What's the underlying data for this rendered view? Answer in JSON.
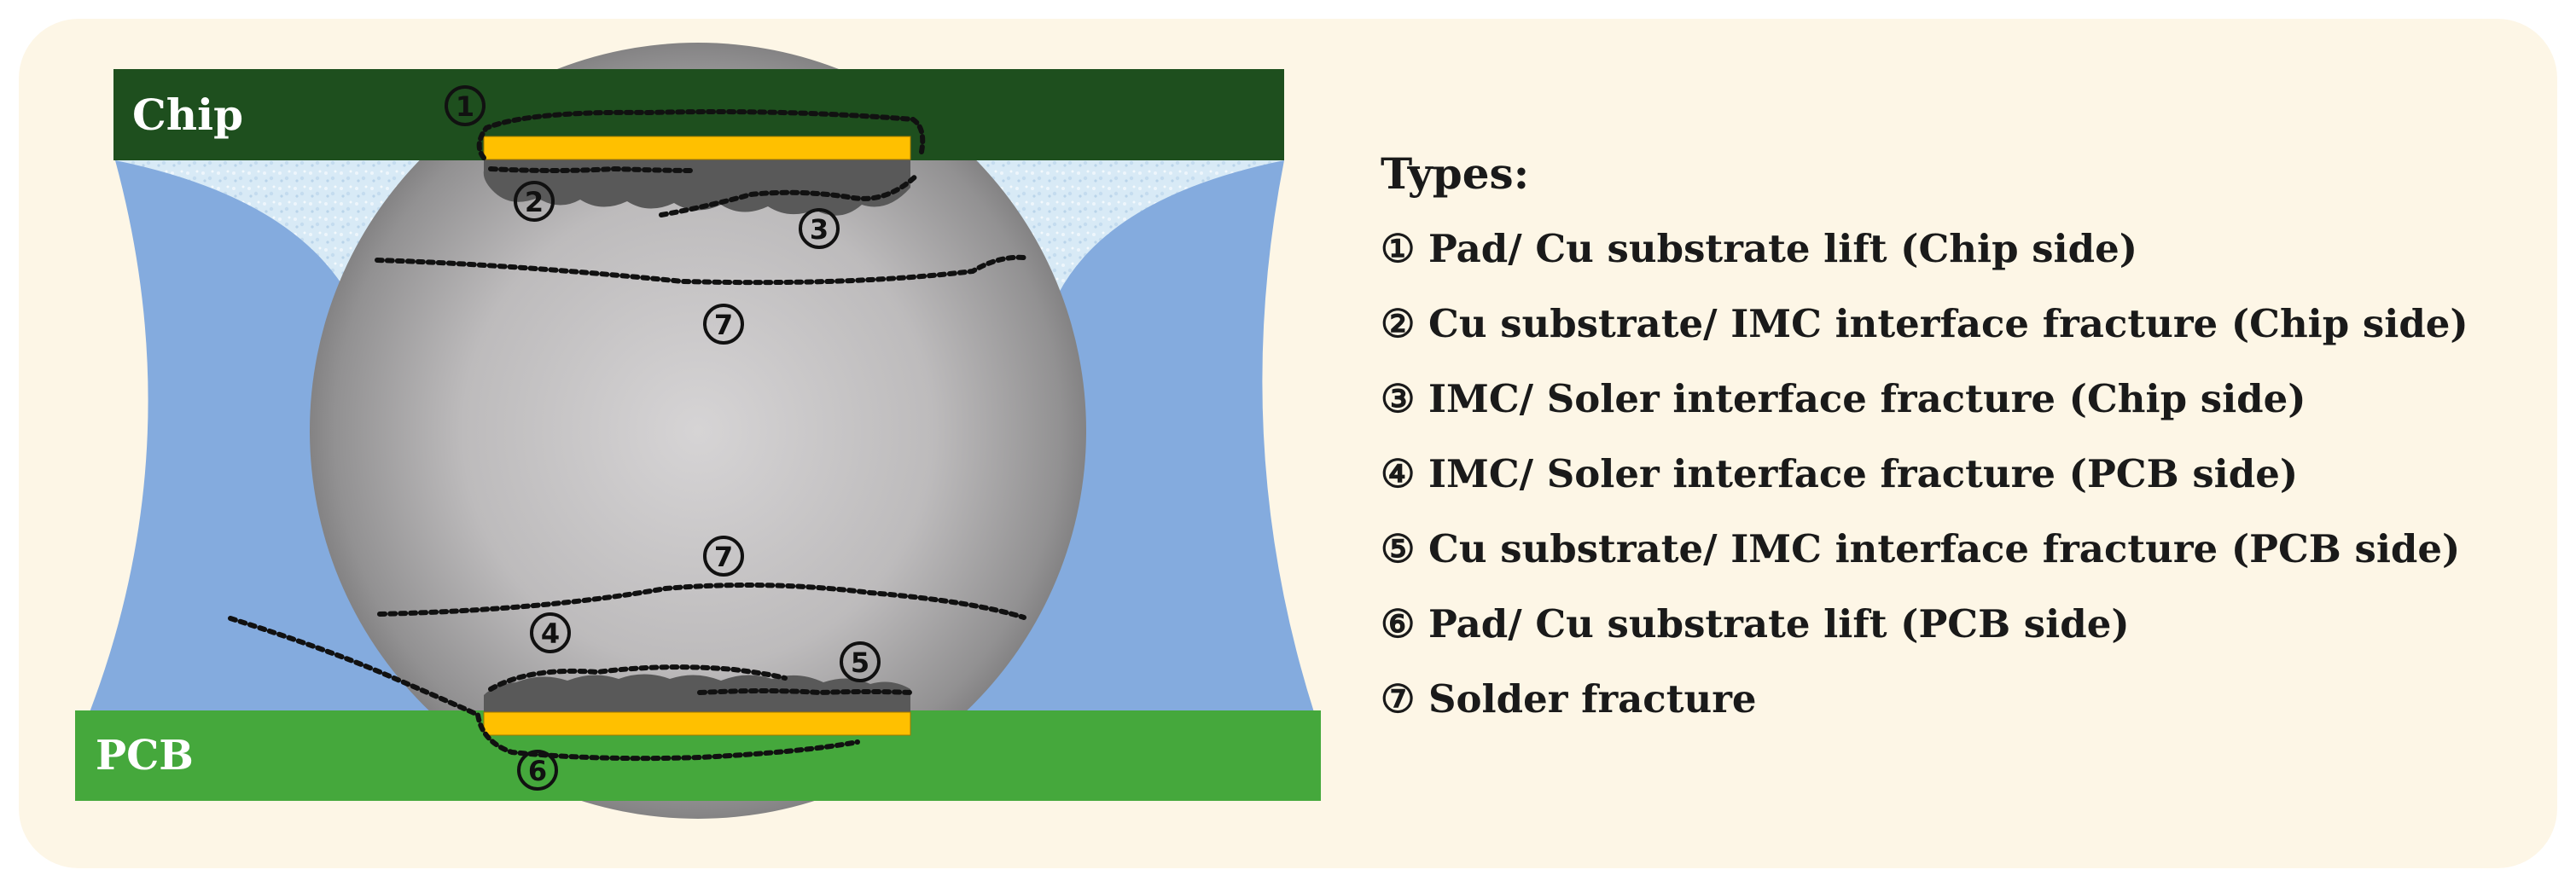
{
  "labels": {
    "chip": "Chip",
    "pcb": "PCB"
  },
  "markers": {
    "m1": "1",
    "m2": "2",
    "m3": "3",
    "m4": "4",
    "m5": "5",
    "m6": "6",
    "m7_top": "7",
    "m7_bottom": "7"
  },
  "legend": {
    "title": "Types:",
    "items": [
      "① Pad/ Cu substrate lift (Chip side)",
      "② Cu substrate/ IMC interface fracture (Chip side)",
      "③ IMC/ Soler interface fracture (Chip side)",
      "④ IMC/ Soler interface fracture (PCB side)",
      "⑤ Cu substrate/ IMC interface fracture (PCB side)",
      "⑥ Pad/ Cu substrate lift (PCB side)",
      "⑦ Solder fracture"
    ]
  },
  "colors": {
    "panel": "#fdf6e6",
    "chip": "#1e4f1e",
    "pcb": "#45a83c",
    "underfill": "#84abde",
    "fillet": "#d9ebf6",
    "pad": "#ffc000",
    "imc": "#595959",
    "crack": "#111111"
  }
}
